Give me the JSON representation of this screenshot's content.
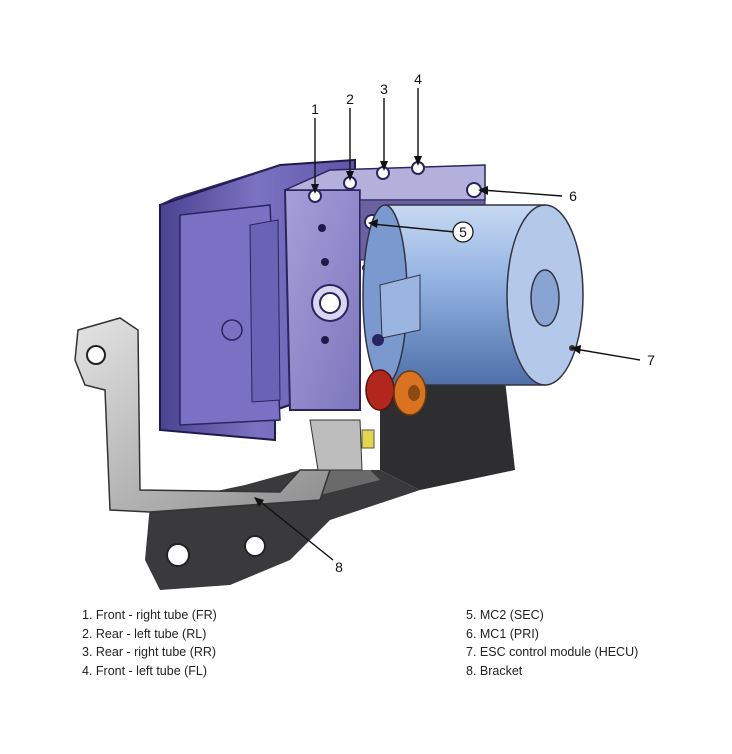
{
  "callouts": [
    "1",
    "2",
    "3",
    "4",
    "5",
    "6",
    "7",
    "8"
  ],
  "legend": {
    "left": [
      "1. Front - right tube (FR)",
      "2. Rear - left tube (RL)",
      "3. Rear - right tube (RR)",
      "4. Front - left tube (FL)"
    ],
    "right": [
      "5. MC2 (SEC)",
      "6. MC1 (PRI)",
      "7. ESC control module (HECU)",
      "8. Bracket"
    ]
  },
  "colors": {
    "ecu_body": "#6f66b8",
    "hydraulic_block": "#8f88c9",
    "motor": "#8fb0e0",
    "bracket": "#c9c9c9",
    "connector_orange": "#d9731f",
    "connector_red": "#b3261e"
  }
}
